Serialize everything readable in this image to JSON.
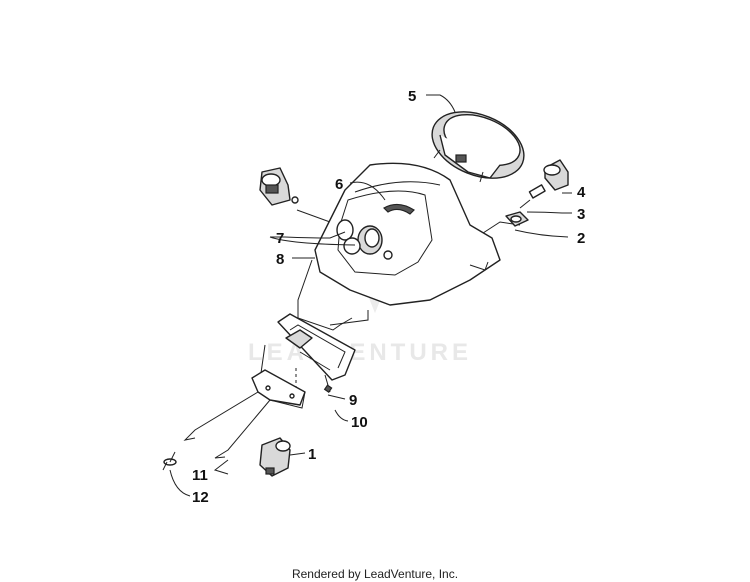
{
  "watermark": "LEADVENTURE",
  "footer": "Rendered by LeadVenture, Inc.",
  "callouts": {
    "c1": "1",
    "c2": "2",
    "c3": "3",
    "c4": "4",
    "c5": "5",
    "c6": "6",
    "c7": "7",
    "c8": "8",
    "c9": "9",
    "c10": "10",
    "c11": "11",
    "c12": "12"
  }
}
